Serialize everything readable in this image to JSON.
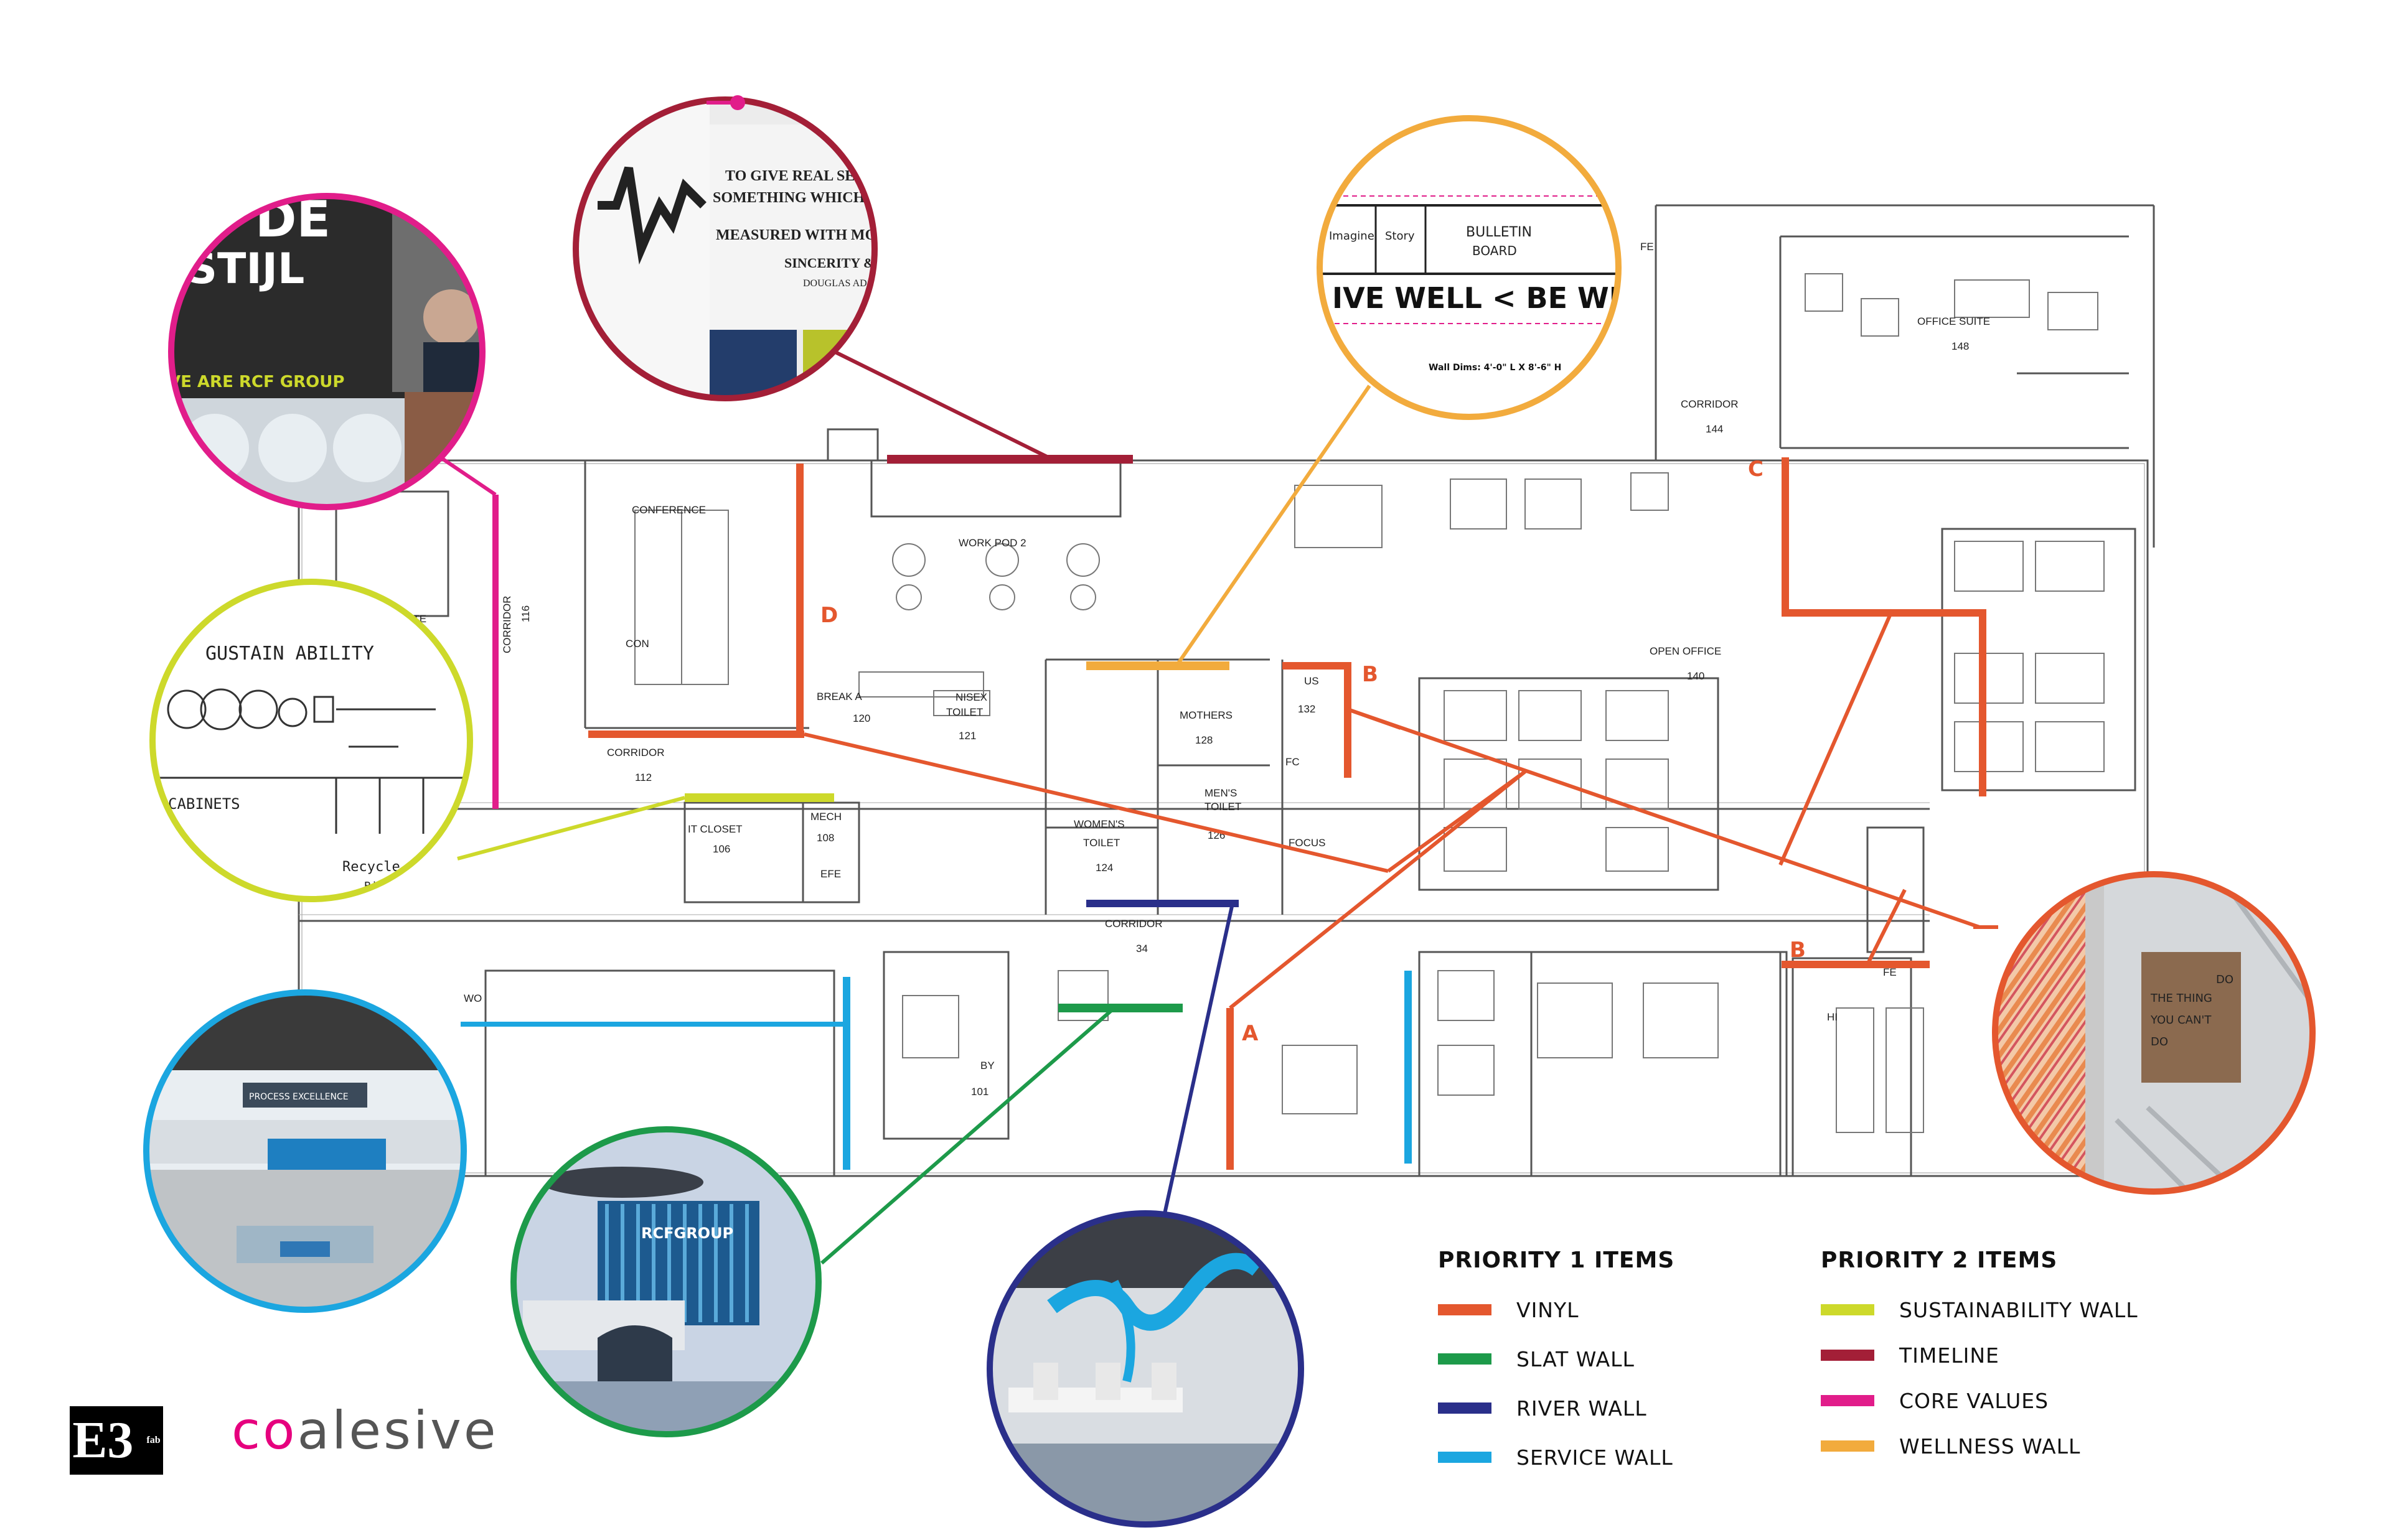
{
  "colors": {
    "vinyl": "#e4572e",
    "slat_wall": "#1d9a4a",
    "river_wall": "#2a2f8a",
    "service_wall": "#1ba6e0",
    "sustainability_wall": "#cdd92b",
    "timeline": "#a31f37",
    "core_values": "#e11d8a",
    "wellness_wall": "#f2ab3d"
  },
  "room_labels": [
    {
      "id": "conference",
      "text": "CONFERENCE"
    },
    {
      "id": "suite",
      "text": "SUITE"
    },
    {
      "id": "corridor-116",
      "text": "CORRIDOR"
    },
    {
      "id": "room-116",
      "text": "116"
    },
    {
      "id": "con",
      "text": "CON"
    },
    {
      "id": "work-pod-2",
      "text": "WORK POD 2"
    },
    {
      "id": "break",
      "text": "BREAK A"
    },
    {
      "id": "room-120",
      "text": "120"
    },
    {
      "id": "unisex",
      "text": "NISEX"
    },
    {
      "id": "toilet-121",
      "text": "TOILET"
    },
    {
      "id": "room-121",
      "text": "121"
    },
    {
      "id": "corridor-112",
      "text": "CORRIDOR"
    },
    {
      "id": "room-112",
      "text": "112"
    },
    {
      "id": "it-closet",
      "text": "IT CLOSET"
    },
    {
      "id": "room-106",
      "text": "106"
    },
    {
      "id": "mech",
      "text": "MECH"
    },
    {
      "id": "room-108",
      "text": "108"
    },
    {
      "id": "efe",
      "text": "EFE"
    },
    {
      "id": "mothers",
      "text": "MOTHERS"
    },
    {
      "id": "room-128",
      "text": "128"
    },
    {
      "id": "mens",
      "text": "MEN'S"
    },
    {
      "id": "mens-toilet",
      "text": "TOILET"
    },
    {
      "id": "room-126",
      "text": "126"
    },
    {
      "id": "womens",
      "text": "WOMEN'S"
    },
    {
      "id": "womens-toilet",
      "text": "TOILET"
    },
    {
      "id": "room-124",
      "text": "124"
    },
    {
      "id": "corridor-34",
      "text": "CORRIDOR"
    },
    {
      "id": "room-34",
      "text": "34"
    },
    {
      "id": "us",
      "text": "US"
    },
    {
      "id": "room-132",
      "text": "132"
    },
    {
      "id": "fc",
      "text": "FC"
    },
    {
      "id": "focus",
      "text": "FOCUS"
    },
    {
      "id": "open-office",
      "text": "OPEN OFFICE"
    },
    {
      "id": "room-140",
      "text": "140"
    },
    {
      "id": "corridor-144",
      "text": "CORRIDOR"
    },
    {
      "id": "room-144",
      "text": "144"
    },
    {
      "id": "office-suite",
      "text": "OFFICE SUITE"
    },
    {
      "id": "room-148",
      "text": "148"
    },
    {
      "id": "fe-top",
      "text": "FE"
    },
    {
      "id": "fe-right",
      "text": "FE"
    },
    {
      "id": "wo",
      "text": "WO"
    },
    {
      "id": "by",
      "text": "BY"
    },
    {
      "id": "room-101",
      "text": "101"
    },
    {
      "id": "hi",
      "text": "HI"
    }
  ],
  "zone_letters": [
    {
      "id": "zone-d",
      "text": "D"
    },
    {
      "id": "zone-b-upper",
      "text": "B"
    },
    {
      "id": "zone-c",
      "text": "C"
    },
    {
      "id": "zone-b-lower",
      "text": "B"
    },
    {
      "id": "zone-a",
      "text": "A"
    }
  ],
  "callouts": {
    "de_stijl": {
      "line1": "DE",
      "line2": "STIJL",
      "banner": "VE ARE RCF GROUP"
    },
    "timeline_quote": [
      "TO GIVE REAL SERVI",
      "SOMETHING WHICH CANN",
      "MEASURED WITH MONE",
      "SINCERITY & IN",
      "DOUGLAS ADA"
    ],
    "wellness": {
      "tab1": "Imagine",
      "tab2": "Story",
      "tab3": "BULLETIN",
      "tab3b": "BOARD",
      "banner": "IVE WELL <  BE WE",
      "dims": "Wall Dims: 4'-0\" L X 8'-6\" H"
    },
    "sustainability": {
      "title": "GUSTAIN ABILITY",
      "cabinets": "CABINETS",
      "recycle": "Recycle",
      "bins": "Bin"
    },
    "do_the_thing": [
      "DO",
      "THE THING",
      "YOU CAN'T",
      "DO"
    ],
    "reception_sign": "RCFGROUP",
    "service_sign": "PROCESS EXCELLENCE"
  },
  "legend": {
    "priority1": {
      "title": "PRIORITY 1 ITEMS",
      "items": [
        {
          "label": "VINYL",
          "color": "#e4572e"
        },
        {
          "label": "SLAT WALL",
          "color": "#1d9a4a"
        },
        {
          "label": "RIVER WALL",
          "color": "#2a2f8a"
        },
        {
          "label": "SERVICE WALL",
          "color": "#1ba6e0"
        }
      ]
    },
    "priority2": {
      "title": "PRIORITY 2 ITEMS",
      "items": [
        {
          "label": "SUSTAINABILITY WALL",
          "color": "#cdd92b"
        },
        {
          "label": "TIMELINE",
          "color": "#a31f37"
        },
        {
          "label": "CORE VALUES",
          "color": "#e11d8a"
        },
        {
          "label": "WELLNESS WALL",
          "color": "#f2ab3d"
        }
      ]
    }
  },
  "logos": {
    "e3": "E3",
    "e3_sub": "fab",
    "coalesive_prefix": "co",
    "coalesive_rest": "alesive"
  }
}
